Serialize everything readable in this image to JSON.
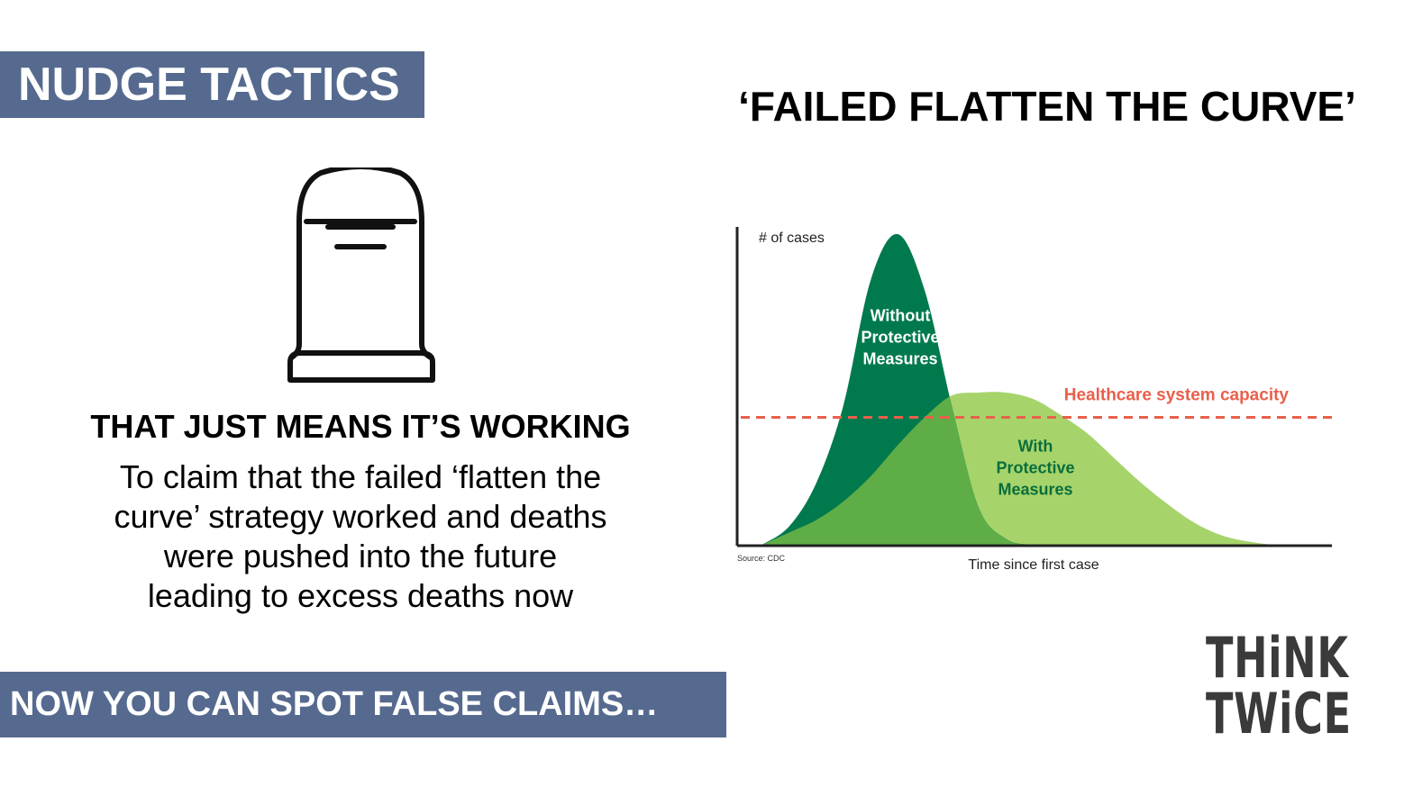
{
  "top_banner": {
    "label": "NUDGE TACTICS"
  },
  "title": "‘FAILED FLATTEN THE CURVE’",
  "subheading": "THAT JUST MEANS IT’S WORKING",
  "body_lines": [
    "To claim that the failed ‘flatten the",
    "curve’ strategy worked and deaths",
    "were pushed into the future",
    "leading to excess deaths now"
  ],
  "bottom_banner": {
    "label": "NOW YOU CAN SPOT FALSE CLAIMS…"
  },
  "icon": "tombstone-icon",
  "chart_data": {
    "type": "area",
    "ylabel": "# of cases",
    "xlabel": "Time since first case",
    "source": "Source: CDC",
    "threshold": {
      "label": "Healthcare system capacity",
      "value": 0.41,
      "color": "#e8604c"
    },
    "x": [
      0,
      0.05,
      0.1,
      0.15,
      0.2,
      0.25,
      0.3,
      0.35,
      0.4,
      0.45,
      0.5,
      0.55,
      0.6,
      0.65,
      0.7,
      0.75,
      0.8,
      0.85,
      0.9,
      0.95,
      1.0
    ],
    "series": [
      {
        "name_lines": [
          "Without",
          "Protective",
          "Measures"
        ],
        "color": "#007a4d",
        "values": [
          0,
          0.06,
          0.2,
          0.45,
          0.85,
          1.0,
          0.82,
          0.45,
          0.12,
          0.02,
          0,
          0,
          0,
          0,
          0,
          0,
          0,
          0,
          0,
          0,
          0
        ]
      },
      {
        "name_lines": [
          "With",
          "Protective",
          "Measures"
        ],
        "color": "#a6d46b",
        "values": [
          0,
          0.04,
          0.08,
          0.14,
          0.22,
          0.32,
          0.41,
          0.48,
          0.49,
          0.49,
          0.47,
          0.42,
          0.36,
          0.28,
          0.2,
          0.13,
          0.07,
          0.03,
          0.01,
          0,
          0
        ]
      }
    ],
    "overlap_color": "#5fad46",
    "grid": false
  },
  "logo": {
    "lines": [
      "THiNK",
      "TWiCE"
    ]
  }
}
